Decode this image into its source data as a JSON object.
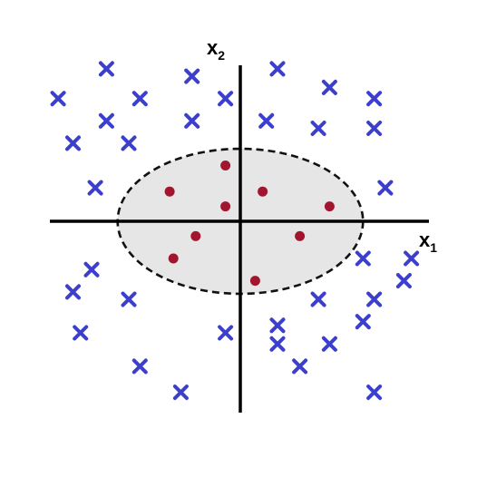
{
  "labels": {
    "x_axis": "x",
    "x_axis_sub": "1",
    "y_axis": "x",
    "y_axis_sub": "2"
  },
  "colors": {
    "cross": "#3b3fcc",
    "dot": "#a3152f",
    "ellipse_fill": "#e6e6e6",
    "axis": "#000000"
  },
  "region": {
    "shape": "ellipse",
    "border": "dashed",
    "center": [
      0,
      0
    ],
    "semi_axes": [
      3.3,
      1.95
    ]
  },
  "chart_data": {
    "type": "scatter",
    "title": "",
    "xlabel": "x1",
    "ylabel": "x2",
    "series": [
      {
        "marker": "x",
        "points": [
          [
            -3.6,
            4.1
          ],
          [
            -1.3,
            3.9
          ],
          [
            1.0,
            4.1
          ],
          [
            -4.9,
            3.3
          ],
          [
            -2.7,
            3.3
          ],
          [
            -0.4,
            3.3
          ],
          [
            2.4,
            3.6
          ],
          [
            3.6,
            3.3
          ],
          [
            -3.6,
            2.7
          ],
          [
            -1.3,
            2.7
          ],
          [
            0.7,
            2.7
          ],
          [
            2.1,
            2.5
          ],
          [
            3.6,
            2.5
          ],
          [
            -4.5,
            2.1
          ],
          [
            -3.0,
            2.1
          ],
          [
            -3.9,
            0.9
          ],
          [
            3.9,
            0.9
          ],
          [
            -4.0,
            -1.3
          ],
          [
            3.3,
            -1.0
          ],
          [
            4.6,
            -1.0
          ],
          [
            -4.5,
            -1.9
          ],
          [
            4.4,
            -1.6
          ],
          [
            -3.0,
            -2.1
          ],
          [
            2.1,
            -2.1
          ],
          [
            3.6,
            -2.1
          ],
          [
            -4.3,
            -3.0
          ],
          [
            -0.4,
            -3.0
          ],
          [
            1.0,
            -2.8
          ],
          [
            3.3,
            -2.7
          ],
          [
            1.0,
            -3.3
          ],
          [
            2.4,
            -3.3
          ],
          [
            -2.7,
            -3.9
          ],
          [
            1.6,
            -3.9
          ],
          [
            -1.6,
            -4.6
          ],
          [
            3.6,
            -4.6
          ]
        ]
      },
      {
        "marker": "o",
        "points": [
          [
            -0.4,
            1.5
          ],
          [
            -1.9,
            0.8
          ],
          [
            0.6,
            0.8
          ],
          [
            -0.4,
            0.4
          ],
          [
            2.4,
            0.4
          ],
          [
            -1.2,
            -0.4
          ],
          [
            1.6,
            -0.4
          ],
          [
            -1.8,
            -1.0
          ],
          [
            0.4,
            -1.6
          ]
        ]
      }
    ],
    "xlim": [
      -5.5,
      5.5
    ],
    "ylim": [
      -5.2,
      5.2
    ],
    "grid": false
  }
}
